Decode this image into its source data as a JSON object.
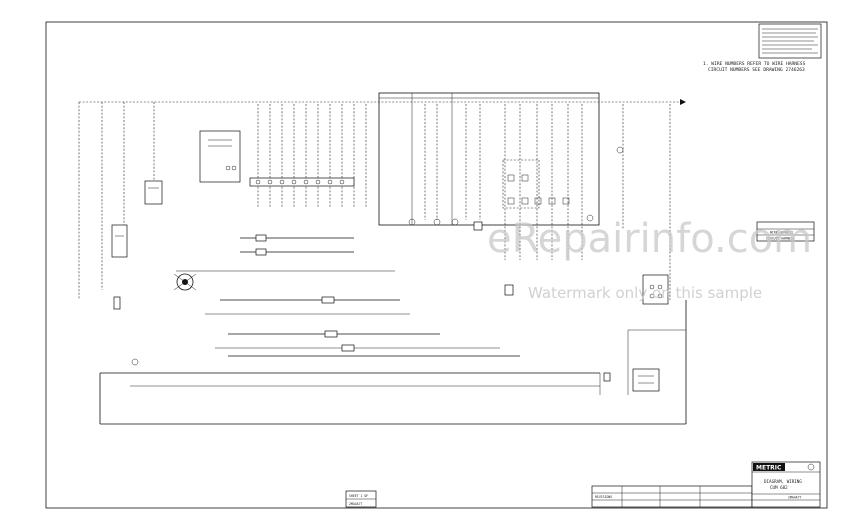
{
  "notes": {
    "line1": "1. WIRE NUMBERS REFER TO WIRE HARNESS",
    "line2": "CIRCUIT NUMBERS SEE DRAWING 2746263"
  },
  "logo_block": {
    "label": "METRIC"
  },
  "title_block": {
    "title_line1": "DIAGRAM, WIRING",
    "title_line2": "CUM 682",
    "drawing_number": "2MA4A77"
  },
  "sheet_ref": {
    "label": "SHEET 1 OF",
    "number": "2MA4A77"
  },
  "revision_table": {
    "label": "REVISIONS"
  },
  "harness_legend": {
    "item1": "WIRE HARNESS",
    "item2": "CIRCUIT HARNESS"
  },
  "watermark": {
    "main": "eRepairinfo.com",
    "sub": "Watermark only on this sample"
  },
  "colors": {
    "ink": "#111111",
    "watermark": "#c9c9c9",
    "paper": "#ffffff"
  }
}
